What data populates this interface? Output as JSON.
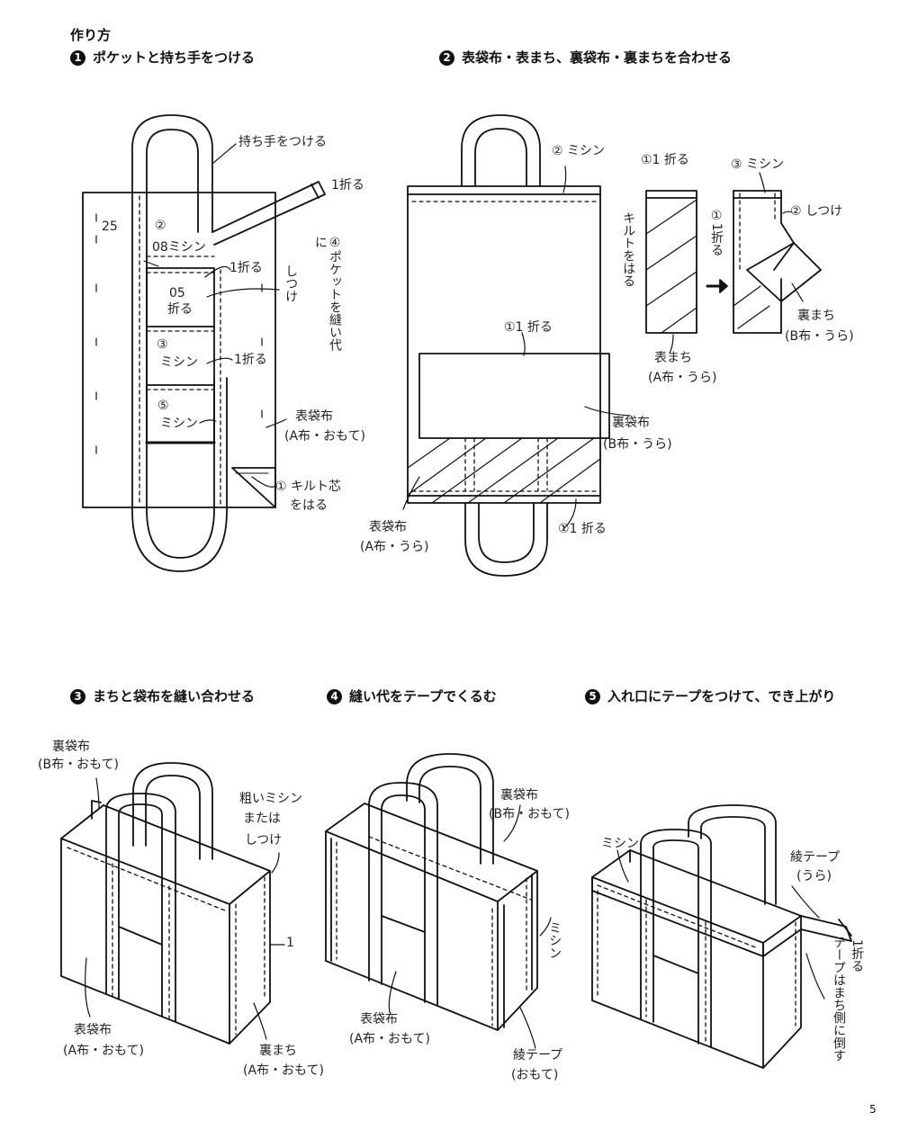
{
  "header": {
    "method_title": "作り方",
    "steps": [
      {
        "num": "1",
        "title": "ポケットと持ち手をつける"
      },
      {
        "num": "2",
        "title": "表袋布・表まち、裏袋布・裏まちを合わせる"
      },
      {
        "num": "3",
        "title": "まちと袋布を縫い合わせる"
      },
      {
        "num": "4",
        "title": "縫い代をテープでくるむ"
      },
      {
        "num": "5",
        "title": "入れ口にテープをつけて、でき上がり"
      }
    ]
  },
  "step1": {
    "attach_handle": "持ち手をつける",
    "fold1_top": "1折る",
    "n25": "25",
    "c2": "②",
    "sew08": "08ミシン",
    "fold1_mid": "1折る",
    "fold05_a": "05",
    "fold05_b": "折る",
    "basting": "しつけ",
    "pocket_seam": "④ポケットを縫い代に",
    "c3": "③",
    "sewing3": "ミシン",
    "fold1_low": "1折る",
    "c5": "⑤",
    "sewing5": "ミシン",
    "outer_bag_a": "表袋布",
    "outer_bag_b": "(A布・おもて)",
    "quilt_a": "① キルト芯",
    "quilt_b": "をはる"
  },
  "step2": {
    "sewing2": "② ミシン",
    "fold_in": "①1 折る",
    "inner_fold": "①1 折る",
    "fold_bottom": "①1 折る",
    "quilt": "キルトをはる",
    "inner_bag_a": "裏袋布",
    "inner_bag_b": "(B布・うら)",
    "outer_bag_a": "表袋布",
    "outer_bag_b": "(A布・うら)",
    "gusset_fold": "①1 折る",
    "sewing3": "③ ミシン",
    "basting2": "② しつけ",
    "fold_side": "①1折る",
    "outer_gusset_a": "表まち",
    "outer_gusset_b": "(A布・うら)",
    "inner_gusset_a": "裏まち",
    "inner_gusset_b": "(B布・うら)"
  },
  "step3": {
    "inner_bag_a": "裏袋布",
    "inner_bag_b": "(B布・おもて)",
    "rough_a": "粗いミシン",
    "rough_b": "または",
    "rough_c": "しつけ",
    "one": "1",
    "outer_bag_a": "表袋布",
    "outer_bag_b": "(A布・おもて)",
    "inner_gusset_a": "裏まち",
    "inner_gusset_b": "(A布・おもて)"
  },
  "step4": {
    "inner_bag_a": "裏袋布",
    "inner_bag_b": "(B布・おもて)",
    "sewing": "ミシン",
    "outer_bag_a": "表袋布",
    "outer_bag_b": "(A布・おもて)",
    "bias_a": "綾テープ",
    "bias_b": "(おもて)"
  },
  "step5": {
    "sewing": "ミシン",
    "bias_a": "綾テープ",
    "bias_b": "(うら)",
    "fold": "1折る",
    "tape_note": "テープはまち側に倒す"
  },
  "page_number": "5"
}
